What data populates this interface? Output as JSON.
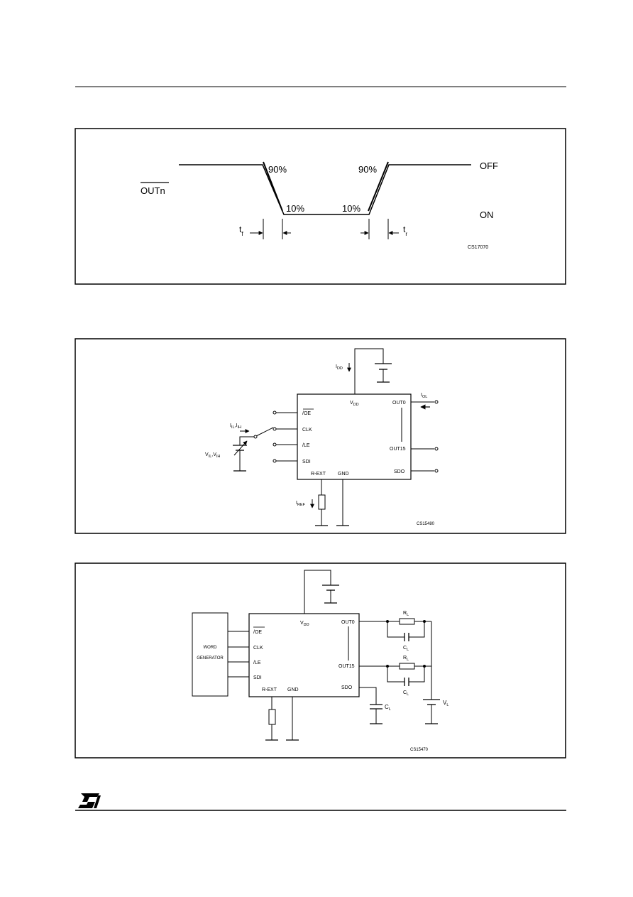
{
  "waveform": {
    "signal_label": "OUTn",
    "level_off": "OFF",
    "level_on": "ON",
    "pct_90_left": "90%",
    "pct_90_right": "90%",
    "pct_10_left": "10%",
    "pct_10_right": "10%",
    "tf_main": "t",
    "tf_sub": "f",
    "tr_main": "t",
    "tr_sub": "r",
    "code": "CS17070"
  },
  "input_circuit": {
    "idd_main": "I",
    "idd_sub": "DD",
    "vdd_main": "V",
    "vdd_sub": "DD",
    "iol_main": "I",
    "iol_sub": "OL",
    "pin_oe": "/OE",
    "pin_clk": "CLK",
    "pin_le": "/LE",
    "pin_sdi": "SDI",
    "pin_rext": "R-EXT",
    "pin_gnd": "GND",
    "pin_out0": "OUT0",
    "pin_out15": "OUT15",
    "pin_sdo": "SDO",
    "iil_main": "I",
    "iil_sub": "IL",
    "iih_main": ",I",
    "iih_sub": "IH",
    "vil_main": "V",
    "vil_sub": "IL",
    "vih_main": ",V",
    "vih_sub": "IH",
    "iref_main": "I",
    "iref_sub": "REF",
    "code": "CS15480"
  },
  "test_circuit": {
    "word_line1": "WORD",
    "word_line2": "GENERATOR",
    "vdd_main": "V",
    "vdd_sub": "DD",
    "pin_oe": "/OE",
    "pin_clk": "CLK",
    "pin_le": "/LE",
    "pin_sdi": "SDI",
    "pin_rext": "R-EXT",
    "pin_gnd": "GND",
    "pin_out0": "OUT0",
    "pin_out15": "OUT15",
    "pin_sdo": "SDO",
    "rl1_main": "R",
    "rl1_sub": "L",
    "cl1_main": "C",
    "cl1_sub": "L",
    "rl2_main": "R",
    "rl2_sub": "L",
    "cl2_main": "C",
    "cl2_sub": "L",
    "cl3_main": "C",
    "cl3_sub": "L",
    "vl_main": "V",
    "vl_sub": "L",
    "code": "CS15470"
  },
  "footer": {
    "logo_text": "ST"
  }
}
